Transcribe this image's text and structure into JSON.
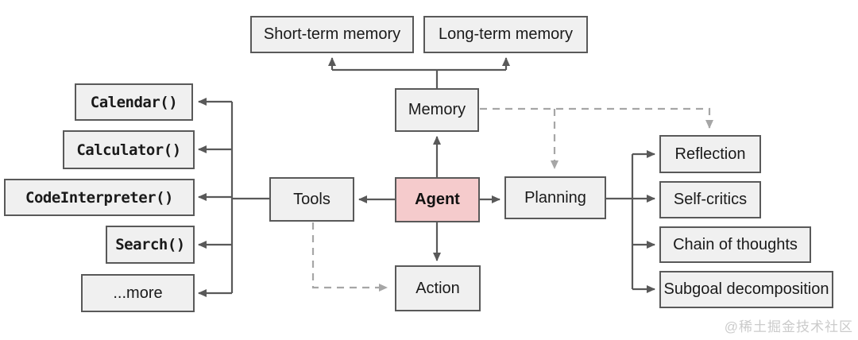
{
  "nodes": {
    "short_term_memory": {
      "label": "Short-term memory"
    },
    "long_term_memory": {
      "label": "Long-term memory"
    },
    "memory": {
      "label": "Memory"
    },
    "agent": {
      "label": "Agent"
    },
    "tools": {
      "label": "Tools"
    },
    "planning": {
      "label": "Planning"
    },
    "action": {
      "label": "Action"
    },
    "calendar": {
      "label": "Calendar()"
    },
    "calculator": {
      "label": "Calculator()"
    },
    "code_interpreter": {
      "label": "CodeInterpreter()"
    },
    "search": {
      "label": "Search()"
    },
    "more": {
      "label": "...more"
    },
    "reflection": {
      "label": "Reflection"
    },
    "self_critics": {
      "label": "Self-critics"
    },
    "chain_of_thoughts": {
      "label": "Chain of thoughts"
    },
    "subgoal_decomposition": {
      "label": "Subgoal decomposition"
    }
  },
  "edges": [
    {
      "from": "memory",
      "to": "short_term_memory",
      "style": "solid"
    },
    {
      "from": "memory",
      "to": "long_term_memory",
      "style": "solid"
    },
    {
      "from": "agent",
      "to": "memory",
      "style": "solid"
    },
    {
      "from": "agent",
      "to": "tools",
      "style": "solid"
    },
    {
      "from": "agent",
      "to": "planning",
      "style": "solid"
    },
    {
      "from": "agent",
      "to": "action",
      "style": "solid"
    },
    {
      "from": "tools",
      "to": "calendar",
      "style": "solid"
    },
    {
      "from": "tools",
      "to": "calculator",
      "style": "solid"
    },
    {
      "from": "tools",
      "to": "code_interpreter",
      "style": "solid"
    },
    {
      "from": "tools",
      "to": "search",
      "style": "solid"
    },
    {
      "from": "tools",
      "to": "more",
      "style": "solid"
    },
    {
      "from": "planning",
      "to": "reflection",
      "style": "solid"
    },
    {
      "from": "planning",
      "to": "self_critics",
      "style": "solid"
    },
    {
      "from": "planning",
      "to": "chain_of_thoughts",
      "style": "solid"
    },
    {
      "from": "planning",
      "to": "subgoal_decomposition",
      "style": "solid"
    },
    {
      "from": "memory",
      "to": "planning",
      "style": "dashed"
    },
    {
      "from": "memory",
      "to": "reflection",
      "style": "dashed"
    },
    {
      "from": "tools",
      "to": "action",
      "style": "dashed"
    }
  ],
  "watermark": {
    "text": "@稀土掘金技术社区"
  },
  "colors": {
    "agent_fill": "#f5cbcc",
    "node_fill": "#f0f0f0",
    "border": "#595959",
    "dashed": "#a6a6a6"
  }
}
